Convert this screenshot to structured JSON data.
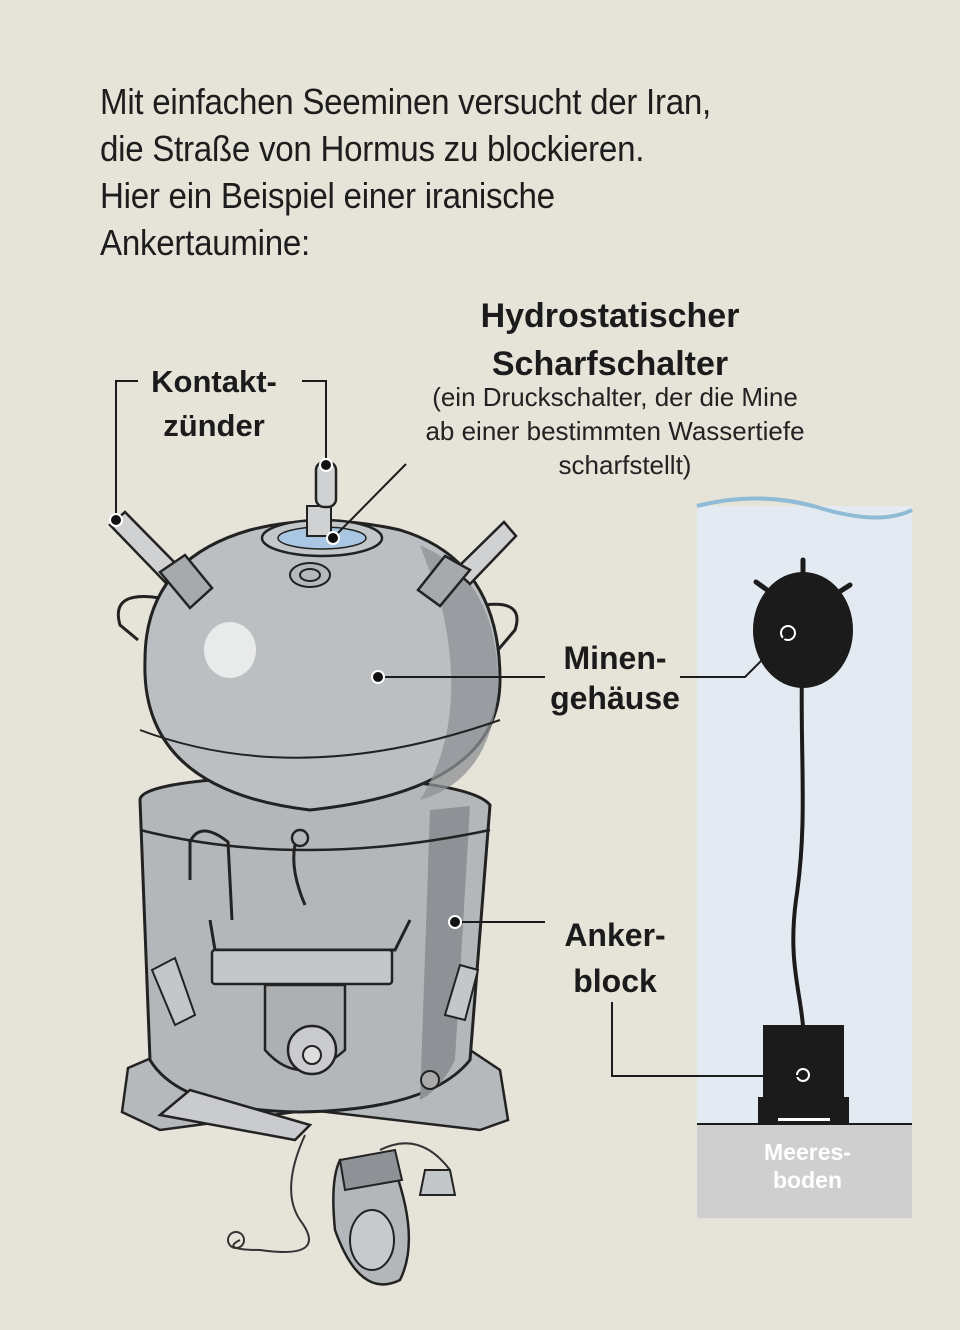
{
  "intro": {
    "lines": [
      "Mit einfachen Seeminen versucht der Iran,",
      "die Straße von Hormus zu blockieren.",
      "Hier ein Beispiel einer iranische",
      "Ankertaumine:"
    ]
  },
  "labels": {
    "kontakt": [
      "Kontakt-",
      "zünder"
    ],
    "hydro_title": [
      "Hydrostatischer",
      "Scharfschalter"
    ],
    "hydro_desc": [
      "(ein Druckschalter, der die Mine",
      "ab einer bestimmten Wassertiefe",
      "scharfstellt)"
    ],
    "minen": [
      "Minen-",
      "gehäuse"
    ],
    "anker": [
      "Anker-",
      "block"
    ],
    "meeres": [
      "Meeres-",
      "boden"
    ]
  },
  "colors": {
    "background": "#e6e3d8",
    "water": "#e4eaf1",
    "water_line": "#8fbbd6",
    "seabed": "#cfcfcf",
    "mine_body": "#b9bcbf",
    "mine_shadow": "#8e9296",
    "ink": "#1b1b1b",
    "hydro_glass": "#a9c7e3"
  }
}
